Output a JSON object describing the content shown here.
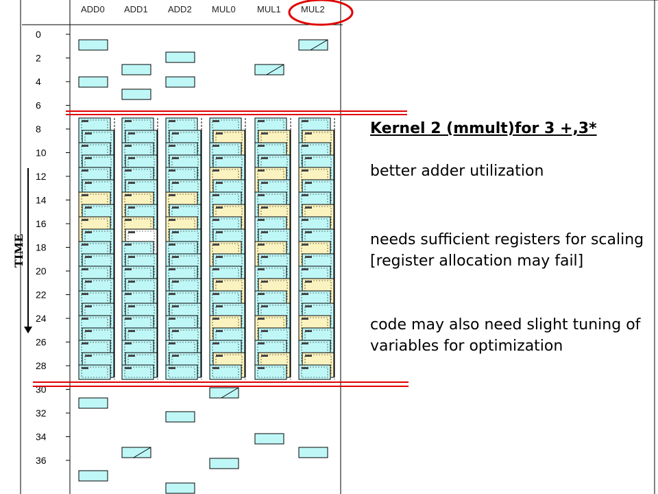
{
  "columns": [
    "ADD0",
    "ADD1",
    "ADD2",
    "MUL0",
    "MUL1",
    "MUL2"
  ],
  "time_ticks": [
    "0",
    "2",
    "4",
    "6",
    "8",
    "10",
    "12",
    "14",
    "16",
    "18",
    "20",
    "22",
    "24",
    "26",
    "28",
    "30",
    "32",
    "34",
    "36"
  ],
  "axis_label": "TIME",
  "highlighted_column": "MUL2",
  "notes": {
    "title": "Kernel 2 (mmult)for 3 +,3*",
    "point1": "better adder utilization",
    "point2": "needs sufficient registers for scaling [register allocation may fail]",
    "point3": "code may also need slight tuning of variables for optimization"
  },
  "colors": {
    "grid_border": "#000000",
    "adder_block": "#bff7f7",
    "mult_block": "#fbf3bf",
    "idle_block": "#ffffff",
    "highlight": "#e00000",
    "divider": "#e00000"
  }
}
